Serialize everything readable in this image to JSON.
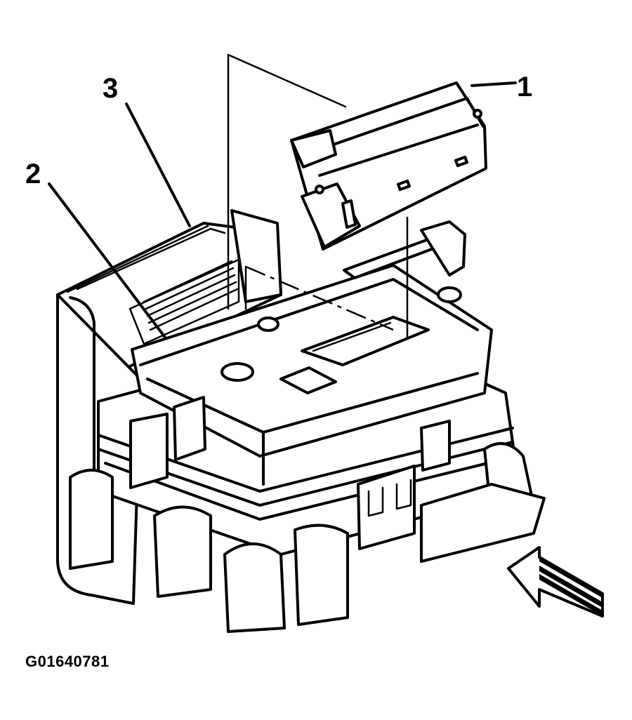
{
  "callouts": {
    "c1": "1",
    "c2": "2",
    "c3": "3"
  },
  "figure_id": "G01640781",
  "icons": {
    "arrow": "view-direction-arrow-icon"
  }
}
